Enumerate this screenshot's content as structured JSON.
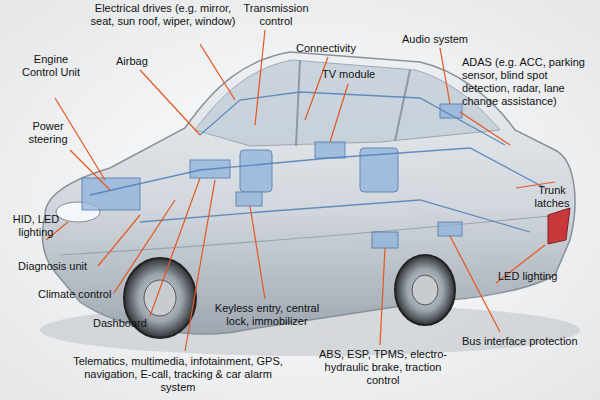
{
  "diagram": {
    "labels": [
      "Transmission control",
      "Electrical drives (e.g. mirror, seat, sun roof, wiper, window)",
      "Engine Control Unit",
      "Airbag",
      "Connectivity",
      "Audio system",
      "TV module",
      "ADAS (e.g. ACC, parking sensor, blind spot detection, radar, lane change assistance)",
      "Power steering",
      "Trunk latches",
      "HID, LED lighting",
      "Diagnosis unit",
      "Climate control",
      "LED lighting",
      "Dashboard",
      "Keyless entry, central lock, immobilizer",
      "Bus interface protection",
      "Telematics, multimedia, infotainment, GPS, navigation, E-call, tracking & car alarm system",
      "ABS, ESP, TPMS, electro-hydraulic brake, traction control"
    ]
  }
}
